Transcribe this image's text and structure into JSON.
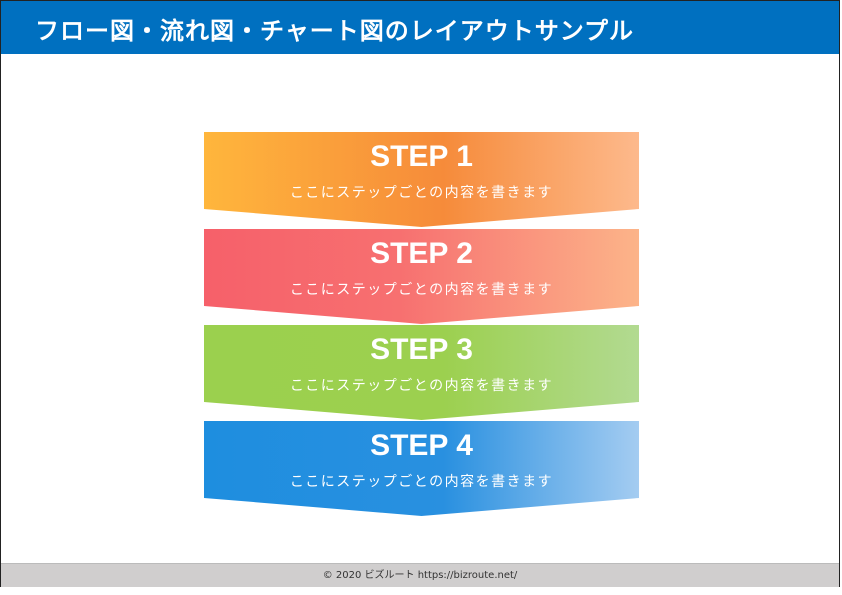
{
  "header": {
    "title": "フロー図・流れ図・チャート図のレイアウトサンプル"
  },
  "steps": [
    {
      "title": "STEP 1",
      "desc": "ここにステップごとの内容を書きます"
    },
    {
      "title": "STEP 2",
      "desc": "ここにステップごとの内容を書きます"
    },
    {
      "title": "STEP 3",
      "desc": "ここにステップごとの内容を書きます"
    },
    {
      "title": "STEP 4",
      "desc": "ここにステップごとの内容を書きます"
    }
  ],
  "footer": {
    "text": "© 2020 ビズルート https://bizroute.net/"
  },
  "colors": {
    "header": "#0070C0",
    "step1": "#F68B3A",
    "step2": "#F6606A",
    "step3": "#9BD04E",
    "step4": "#1E8EDF"
  }
}
